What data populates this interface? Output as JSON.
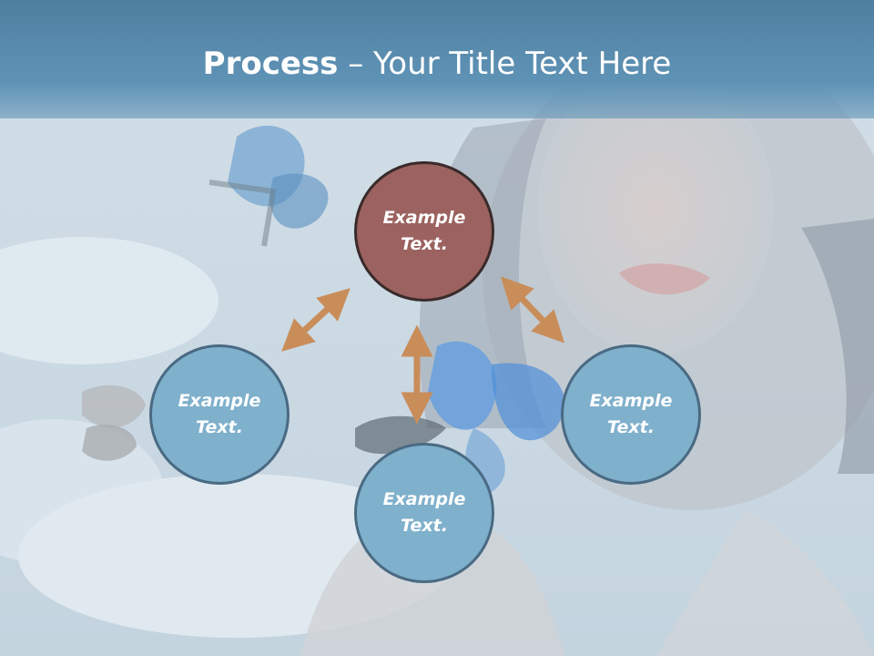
{
  "title": {
    "bold": "Process",
    "separator": " – ",
    "rest": "Your Title Text Here"
  },
  "nodes": {
    "top": {
      "line1": "Example",
      "line2": "Text."
    },
    "left": {
      "line1": "Example",
      "line2": "Text."
    },
    "right": {
      "line1": "Example",
      "line2": "Text."
    },
    "bottom": {
      "line1": "Example",
      "line2": "Text."
    }
  },
  "colors": {
    "header": "#5f93b6",
    "node_blue": "#7fb0cc",
    "node_red": "#9b6260",
    "arrow": "#c98d5a"
  }
}
